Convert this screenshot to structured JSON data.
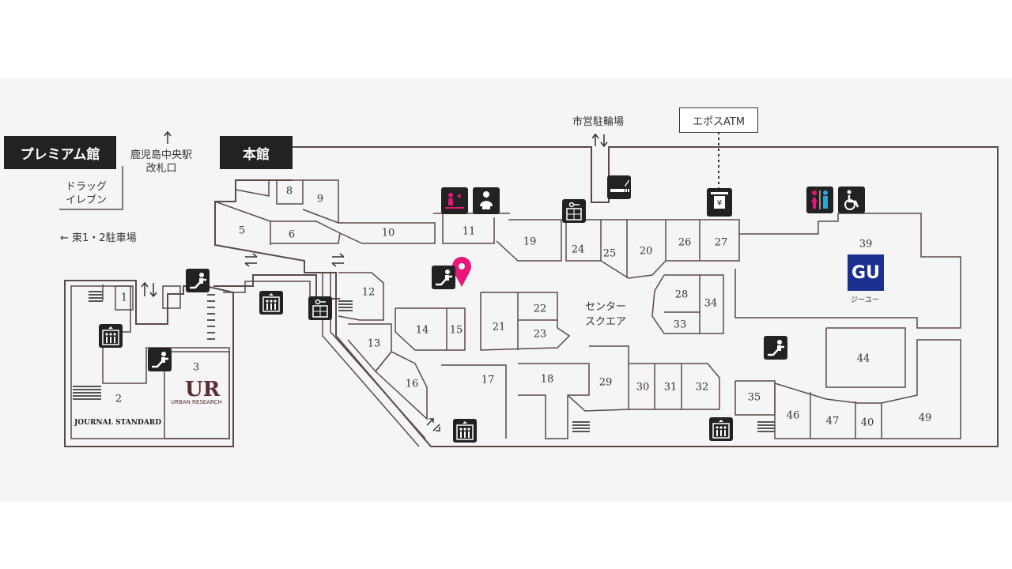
{
  "buildings": {
    "premium": "プレミアム館",
    "main": "本館"
  },
  "labels": {
    "station_gate": "鹿児島中央駅\n改札口",
    "drugstore": "ドラッグ\nイレブン",
    "parking_east": "← 東1・2駐車場",
    "bicycle_parking": "市営駐輪場",
    "atm": "エポスATM",
    "center_square": "センター\nスクエア",
    "gu_caption": "ジーユー"
  },
  "brands": {
    "gu": "GU",
    "ur_logo": "UR",
    "ur_name": "URBAN RESEARCH",
    "journal_standard": "JOURNAL STANDARD"
  },
  "units": [
    "1",
    "2",
    "3",
    "5",
    "6",
    "8",
    "9",
    "10",
    "11",
    "12",
    "13",
    "14",
    "15",
    "16",
    "17",
    "18",
    "19",
    "20",
    "21",
    "22",
    "23",
    "24",
    "25",
    "26",
    "27",
    "28",
    "29",
    "30",
    "31",
    "32",
    "33",
    "34",
    "35",
    "39",
    "40",
    "44",
    "46",
    "47",
    "49"
  ],
  "icons": [
    "escalator-icon",
    "elevator-icon",
    "stairs-icon",
    "smoking-icon",
    "atm-icon",
    "restroom-icon",
    "accessible-icon",
    "baby-care-icon",
    "nursing-room-icon",
    "location-pin-icon"
  ],
  "colors": {
    "wall": "#5b4a4a",
    "pin": "#e8157a",
    "gu_bg": "#1b2f8f",
    "ur": "#5c2a33",
    "restroom_female": "#e8157a",
    "restroom_male": "#2aa7d8"
  }
}
